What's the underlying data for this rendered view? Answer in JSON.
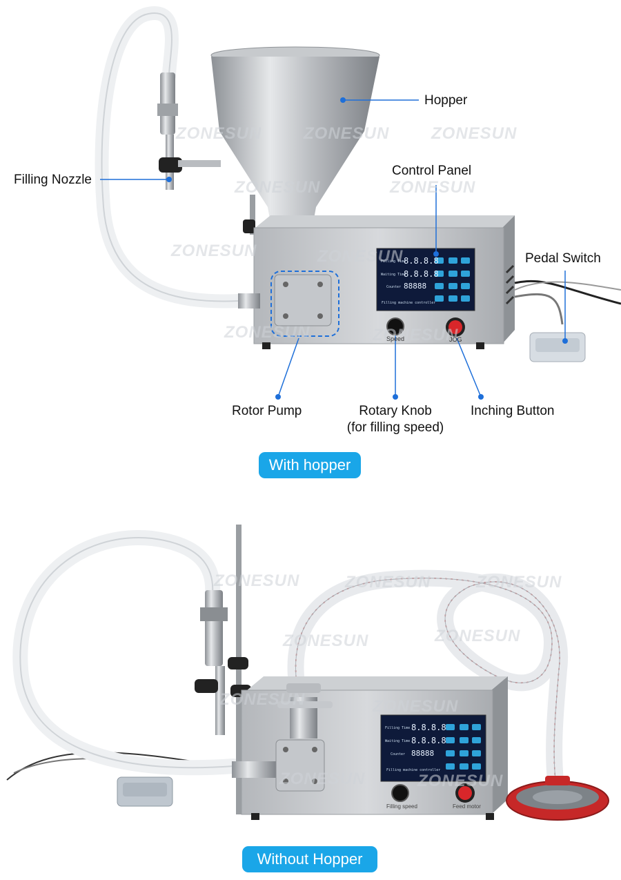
{
  "watermark": "ZONESUN",
  "top_section": {
    "labels": {
      "hopper": "Hopper",
      "filling_nozzle": "Filling Nozzle",
      "control_panel": "Control Panel",
      "pedal_switch": "Pedal Switch",
      "rotor_pump": "Rotor Pump",
      "rotary_knob_line1": "Rotary Knob",
      "rotary_knob_line2": "(for filling speed)",
      "inching_button": "Inching Button"
    },
    "panel_rows": [
      "Filling Time",
      "Waiting Time",
      "Counter"
    ],
    "panel_digits": [
      "8.8.8.8",
      "8.8.8.8",
      "88888"
    ],
    "panel_footer": "Filling machine controller",
    "knob_caption": "Speed",
    "button_caption": "JOG",
    "badge": "With hopper"
  },
  "bottom_section": {
    "panel_rows": [
      "Filling Time",
      "Waiting Time",
      "Counter"
    ],
    "panel_digits": [
      "8.8.8.8",
      "8.8.8.8",
      "88888"
    ],
    "panel_footer": "Filling machine controller",
    "knob_caption": "Filling speed",
    "button_caption": "Feed motor",
    "badge": "Without Hopper"
  },
  "colors": {
    "accent": "#1aa6e8",
    "callout": "#1e6fd9",
    "steel": "#c9ccd0",
    "lcd": "#0e1a3a",
    "jog_red": "#d9262a",
    "pedal_red": "#c62828"
  }
}
